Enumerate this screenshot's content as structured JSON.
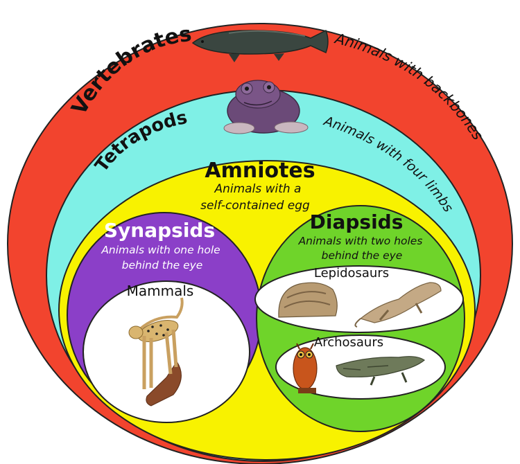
{
  "colors": {
    "vertebrates": "#f2442e",
    "tetrapods": "#7ff0e6",
    "amniotes": "#f8f200",
    "synapsids": "#8b3fc8",
    "diapsids": "#6fd42a",
    "inner": "#ffffff"
  },
  "vertebrates": {
    "title": "Vertebrates",
    "description": "Animals with backbones",
    "icon": "fish-icon"
  },
  "tetrapods": {
    "title": "Tetrapods",
    "description": "Animals with four limbs",
    "icon": "toad-icon"
  },
  "amniotes": {
    "title": "Amniotes",
    "description_line1": "Animals with a",
    "description_line2": "self-contained egg"
  },
  "synapsids": {
    "title": "Synapsids",
    "description_line1": "Animals with one hole",
    "description_line2": "behind the eye"
  },
  "mammals": {
    "title": "Mammals",
    "icon": "cheetah-icon"
  },
  "diapsids": {
    "title": "Diapsids",
    "description_line1": "Animals with two holes",
    "description_line2": "behind the eye"
  },
  "lepidosaurs": {
    "title": "Lepidosaurs",
    "icons": [
      "snake-icon",
      "lizard-icon"
    ]
  },
  "archosaurs": {
    "title": "Archosaurs",
    "icons": [
      "owl-icon",
      "crocodile-icon"
    ]
  }
}
